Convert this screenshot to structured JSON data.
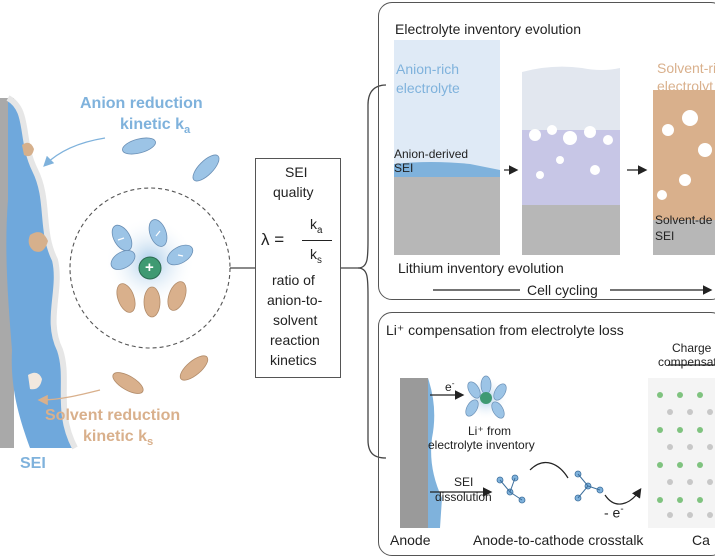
{
  "left": {
    "anion_label": "Anion reduction",
    "anion_kinetic": "kinetic k",
    "anion_sub": "a",
    "solvent_label": "Solvent reduction",
    "solvent_kinetic": "kinetic k",
    "solvent_sub": "s",
    "sei_label": "SEI",
    "cation_symbol": "+",
    "anion_charge": "-"
  },
  "center_box": {
    "line1": "SEI",
    "line2": "quality",
    "lambda": "λ =",
    "numerator": "k",
    "numerator_sub": "a",
    "denominator": "k",
    "denominator_sub": "s",
    "desc1": "ratio of",
    "desc2": "anion-to-",
    "desc3": "solvent",
    "desc4": "reaction",
    "desc5": "kinetics"
  },
  "top_panel": {
    "title": "Electrolyte inventory evolution",
    "anion_rich_1": "Anion-rich",
    "anion_rich_2": "electrolyte",
    "anion_sei_1": "Anion-derived",
    "anion_sei_2": "SEI",
    "solvent_rich_1": "Solvent-ri",
    "solvent_rich_2": "electrolyt",
    "solvent_sei_1": "Solvent-de",
    "solvent_sei_2": "SEI",
    "lithium_title": "Lithium inventory evolution",
    "cycling": "Cell cycling"
  },
  "bottom_panel": {
    "title": "Li⁺ compensation from electrolyte loss",
    "charge_1": "Charge",
    "charge_2": "compensation",
    "electron": "e",
    "electron_sup": "-",
    "li_from": "Li⁺ from",
    "inventory": "electrolyte inventory",
    "sei_diss_1": "SEI",
    "sei_diss_2": "dissolution",
    "minus_e": "- e",
    "minus_e_sup": "-",
    "anode": "Anode",
    "crosstalk": "Anode-to-cathode crosstalk",
    "cathode": "Ca"
  },
  "colors": {
    "anion_blue": "#7fb2dc",
    "solvent_tan": "#d9b08c",
    "electrode_grey": "#b5b5b5",
    "cation_green": "#3f9a72"
  }
}
